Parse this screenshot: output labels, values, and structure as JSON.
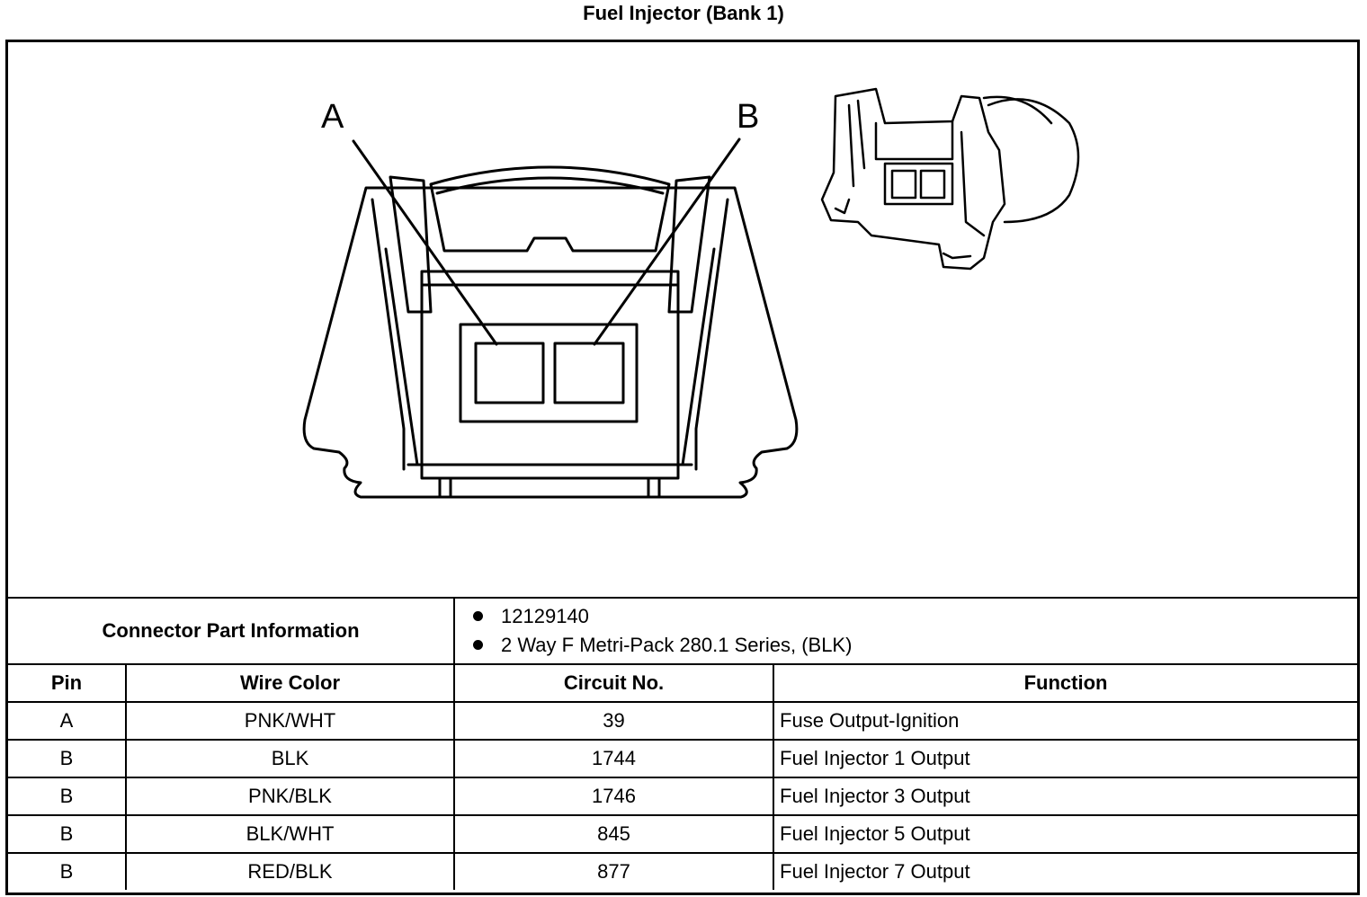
{
  "title": "Fuel Injector (Bank 1)",
  "diagram": {
    "pin_labels": [
      "A",
      "B"
    ]
  },
  "connector_info": {
    "label": "Connector Part Information",
    "items": [
      "12129140",
      "2 Way F Metri-Pack 280.1 Series, (BLK)"
    ]
  },
  "table": {
    "headers": [
      "Pin",
      "Wire Color",
      "Circuit No.",
      "Function"
    ],
    "rows": [
      {
        "pin": "A",
        "wire_color": "PNK/WHT",
        "circuit": "39",
        "function": "Fuse Output-Ignition"
      },
      {
        "pin": "B",
        "wire_color": "BLK",
        "circuit": "1744",
        "function": "Fuel Injector 1 Output"
      },
      {
        "pin": "B",
        "wire_color": "PNK/BLK",
        "circuit": "1746",
        "function": "Fuel Injector 3 Output"
      },
      {
        "pin": "B",
        "wire_color": "BLK/WHT",
        "circuit": "845",
        "function": "Fuel Injector 5 Output"
      },
      {
        "pin": "B",
        "wire_color": "RED/BLK",
        "circuit": "877",
        "function": "Fuel Injector 7 Output"
      }
    ]
  }
}
